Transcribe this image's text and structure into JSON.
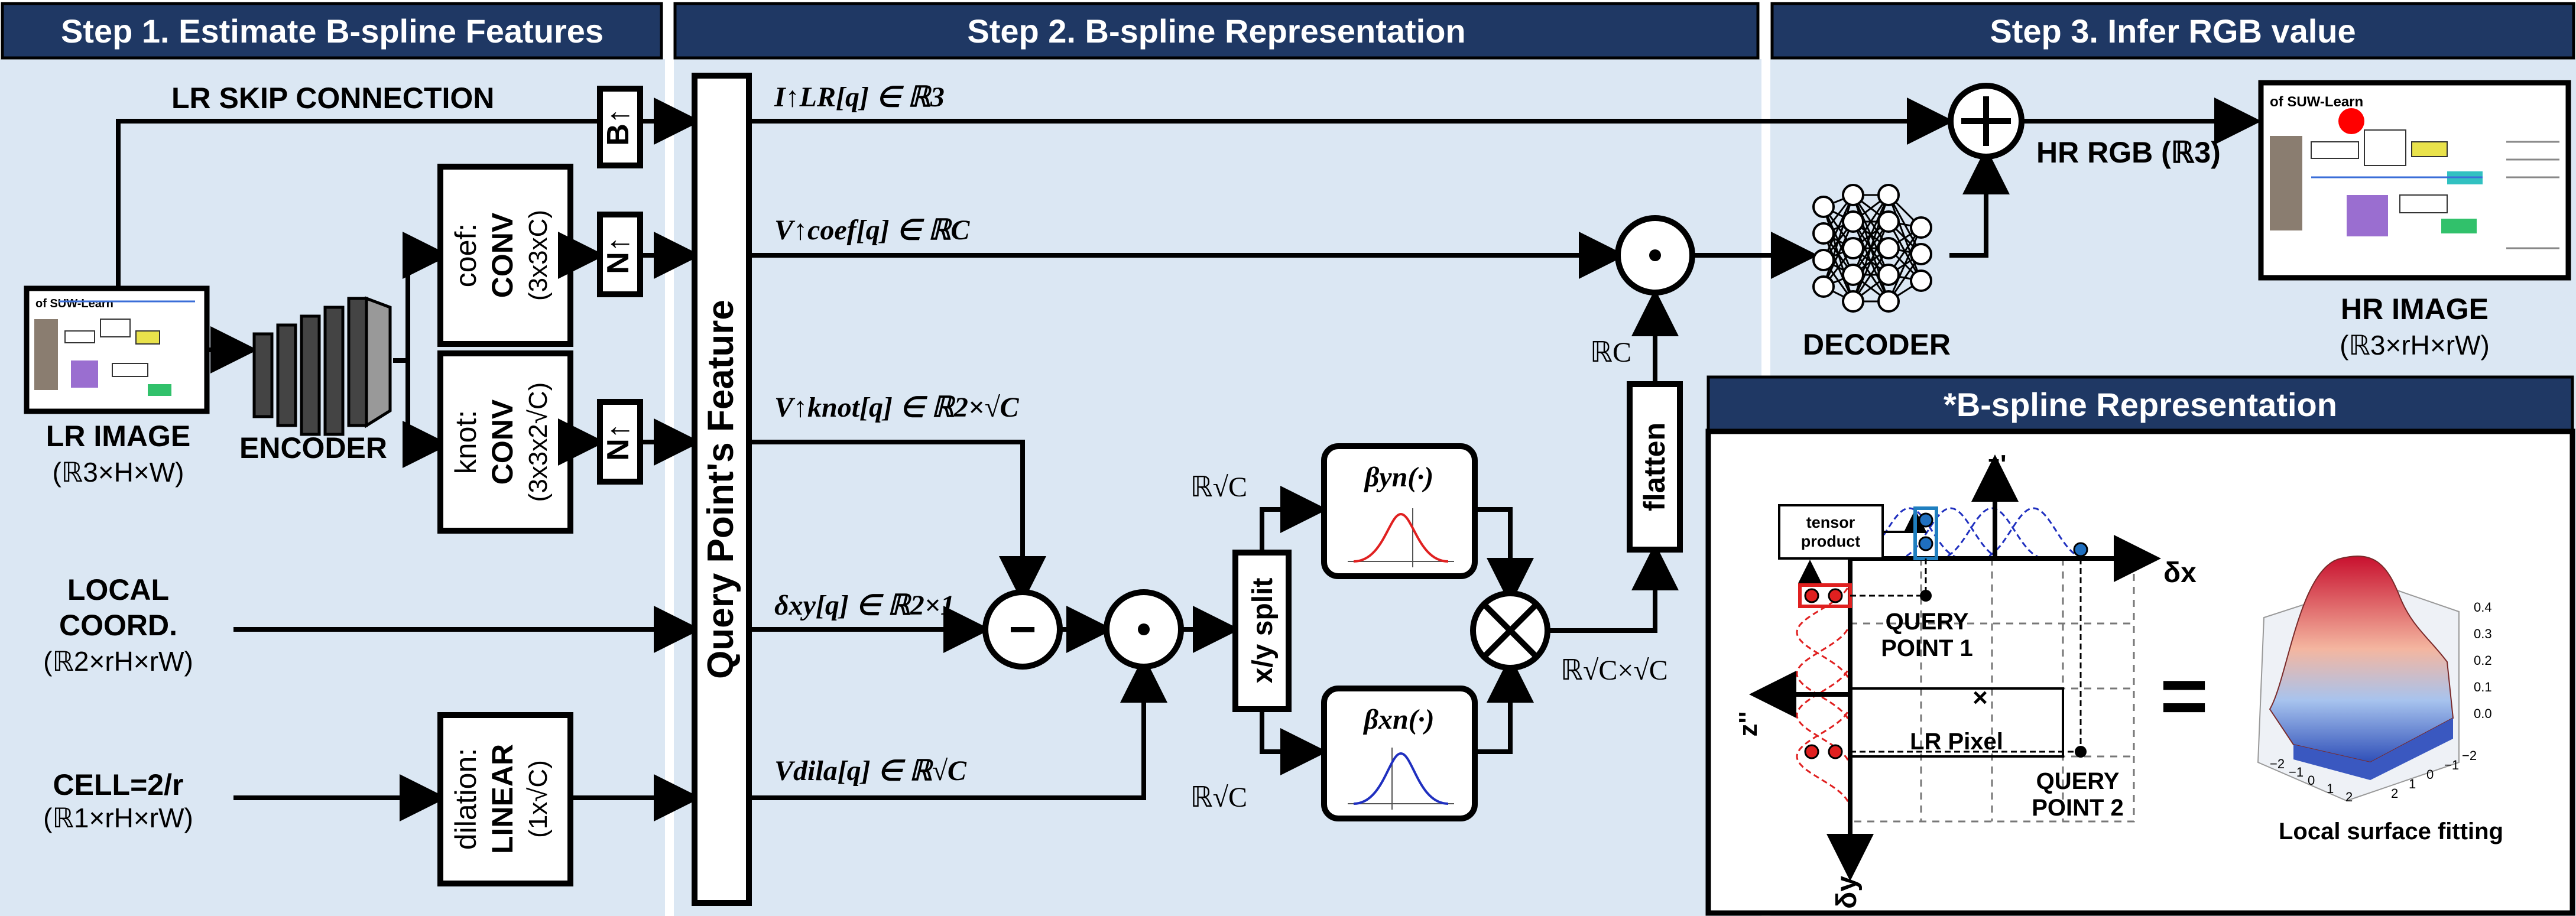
{
  "headers": {
    "step1": "Step 1. Estimate B-spline Features",
    "step2": "Step 2. B-spline Representation",
    "step3": "Step 3. Infer RGB value",
    "inset": "*B-spline Representation"
  },
  "inputs": {
    "lr_skip": "LR SKIP CONNECTION",
    "lr_image": "LR IMAGE",
    "lr_image_dim": "(ℝ3×H×W)",
    "encoder": "ENCODER",
    "local_coord_1": "LOCAL",
    "local_coord_2": "COORD.",
    "local_coord_dim": "(ℝ2×rH×rW)",
    "cell": "CELL=2/r",
    "cell_dim": "(ℝ1×rH×rW)"
  },
  "conv": {
    "coef_title": "coef:",
    "coef_op": "CONV",
    "coef_size": "(3x3xC)",
    "knot_title": "knot:",
    "knot_op": "CONV",
    "knot_size": "(3x3x2√C)",
    "dil_title": "dilation:",
    "dil_op": "LINEAR",
    "dil_size": "(1x√C)"
  },
  "upsample": {
    "b": "B↑",
    "n1": "N↑",
    "n2": "N↑"
  },
  "query_feature": "Query Point's Feature",
  "signals": {
    "i_lr": "I↑LR[q] ∈ ℝ3",
    "v_coef": "V↑coef[q] ∈ ℝC",
    "v_knot": "V↑knot[q] ∈ ℝ2×√C",
    "delta": "δxy[q] ∈ ℝ2×1",
    "v_dila": "Vdila[q] ∈ ℝ√C"
  },
  "ops": {
    "minus": "−",
    "dot": "⊙",
    "times": "⊗",
    "plus": "+",
    "split": "x/y split",
    "beta_y": "βyn(·)",
    "beta_x": "βxn(·)",
    "flatten": "flatten",
    "rc": "ℝC",
    "rsqrtc_top": "ℝ√C",
    "rsqrtc_bot": "ℝ√C",
    "rsqrtc2": "ℝ√C×√C"
  },
  "output": {
    "decoder": "DECODER",
    "hr_rgb": "HR RGB (ℝ3)",
    "hr_image": "HR IMAGE",
    "hr_image_dim": "(ℝ3×rH×rW)",
    "thumb_title": "of SUW-Learn"
  },
  "inset": {
    "tensor_product": "tensor product",
    "z_prime": "z'",
    "z_dprime": "z''",
    "delta_x": "δx",
    "delta_y": "δy",
    "query1_a": "QUERY",
    "query1_b": "POINT 1",
    "query2_a": "QUERY",
    "query2_b": "POINT 2",
    "lr_pixel": "LR Pixel",
    "cross": "×",
    "equals": "=",
    "caption": "Local surface fitting",
    "z_ticks": [
      "0.4",
      "0.3",
      "0.2",
      "0.1",
      "0.0"
    ],
    "x_ticks": [
      "−2",
      "−1",
      "0",
      "1",
      "2"
    ],
    "y_ticks": [
      "2",
      "1",
      "0",
      "−1",
      "−2"
    ]
  },
  "colors": {
    "header": "#1f3864",
    "panel": "#dbe7f3",
    "beta_y_curve": "#e02020",
    "beta_x_curve": "#1f2fbf"
  }
}
